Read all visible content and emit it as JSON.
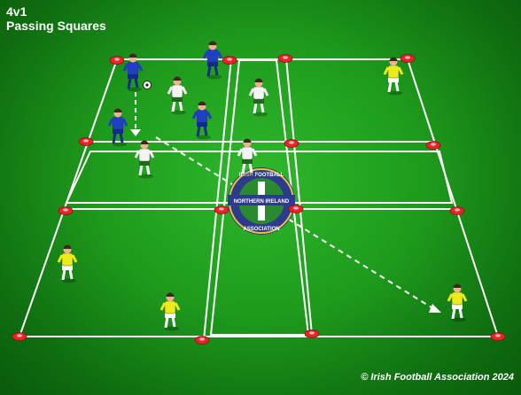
{
  "header": {
    "title": "4v1",
    "subtitle": "Passing Squares"
  },
  "footer": {
    "copyright": "© Irish Football Association 2024"
  },
  "logo": {
    "ring_text_top": "IRISH FOOTBALL",
    "band_text": "NORTHERN IRELAND",
    "ring_text_bottom": "ASSOCIATION"
  },
  "colors": {
    "pitch": "#1e9a1c",
    "lines": "#ffffff",
    "cone": "#e8232a",
    "team_blue": "#1f3fc4",
    "team_white": "#f4f4f4",
    "team_yellow": "#ecec1a",
    "logo_blue": "#2c3b8c",
    "logo_green": "#2a8a2e"
  }
}
